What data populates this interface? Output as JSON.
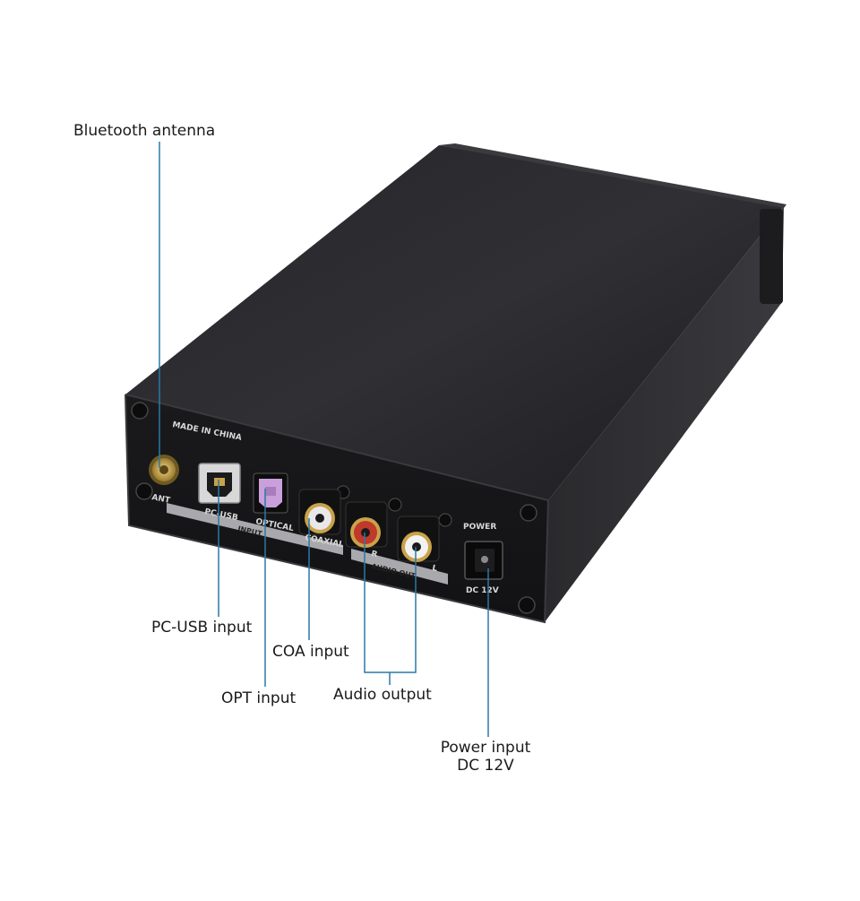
{
  "device_labels": {
    "made_in": "MADE IN CHINA",
    "ant": "ANT",
    "pc_usb": "PC-USB",
    "optical": "OPTICAL",
    "coaxial": "COAXIAL",
    "input_band": "INPUT",
    "r": "R",
    "l": "L",
    "audio_out_band": "AUDIO OUT",
    "power": "POWER",
    "dc12v": "DC 12V"
  },
  "callouts": {
    "bluetooth": "Bluetooth antenna",
    "pc_usb": "PC-USB input",
    "coa": "COA input",
    "opt": "OPT input",
    "audio": "Audio output",
    "power_line1": "Power input",
    "power_line2": "DC 12V"
  },
  "colors": {
    "leader_line": "#2b78a8",
    "body_dark": "#1e1e20",
    "body_mid": "#2c2c2f",
    "optical_port": "#c9a0dc",
    "rca_red": "#c0392b",
    "rca_white": "#f2f2f2",
    "gold": "#c9a24a"
  }
}
